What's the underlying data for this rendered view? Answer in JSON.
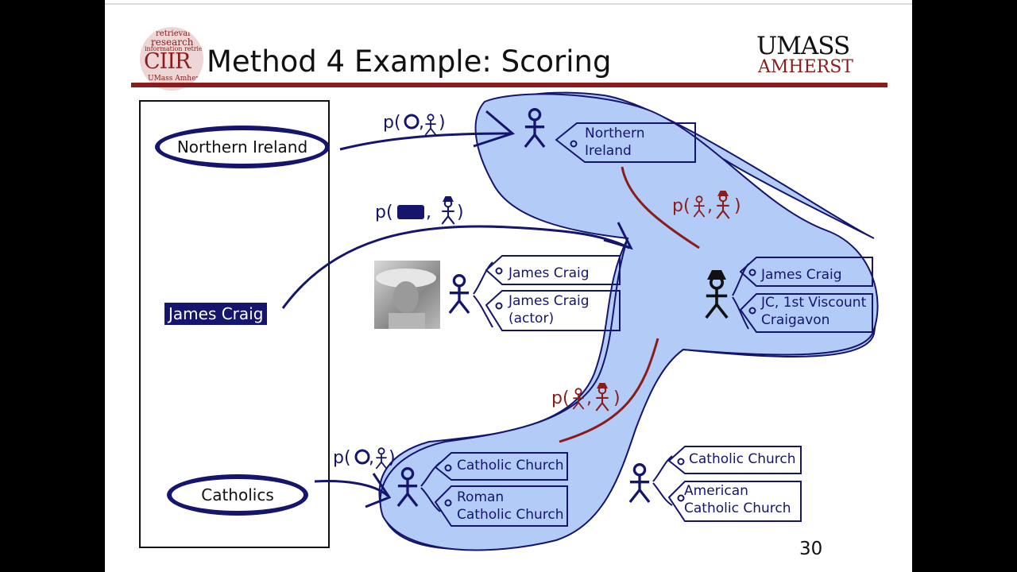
{
  "slide": {
    "title": "Method 4 Example: Scoring",
    "page_number": "30"
  },
  "logo": {
    "ciir_text": "CIIR",
    "words": [
      "retrieval",
      "research",
      "information retrieval",
      "UMass Amherst"
    ],
    "umass": "UMASS",
    "amherst": "AMHERST"
  },
  "document": {
    "mentions": [
      "Northern Ireland",
      "James Craig",
      "Catholics"
    ]
  },
  "probabilities": {
    "p_open": "p(",
    "p_close": ")",
    "comma": ","
  },
  "entities": {
    "northern_ireland": [
      "Northern",
      "Ireland"
    ],
    "james_craig_actor": [
      "James Craig",
      "James Craig",
      "(actor)"
    ],
    "james_craig_viscount": [
      "James Craig",
      "JC, 1st Viscount",
      "Craigavon"
    ],
    "catholic_church": [
      "Catholic Church",
      "Roman",
      "Catholic Church"
    ],
    "american_catholic": [
      "Catholic Church",
      "American",
      "Catholic Church"
    ]
  },
  "colors": {
    "navy": "#15156e",
    "maroon": "#8a1c1c",
    "blob": "#b3ccf7"
  },
  "icons": [
    "stick-figure-icon",
    "hat-figure-icon",
    "circle-icon",
    "filled-box-icon"
  ]
}
